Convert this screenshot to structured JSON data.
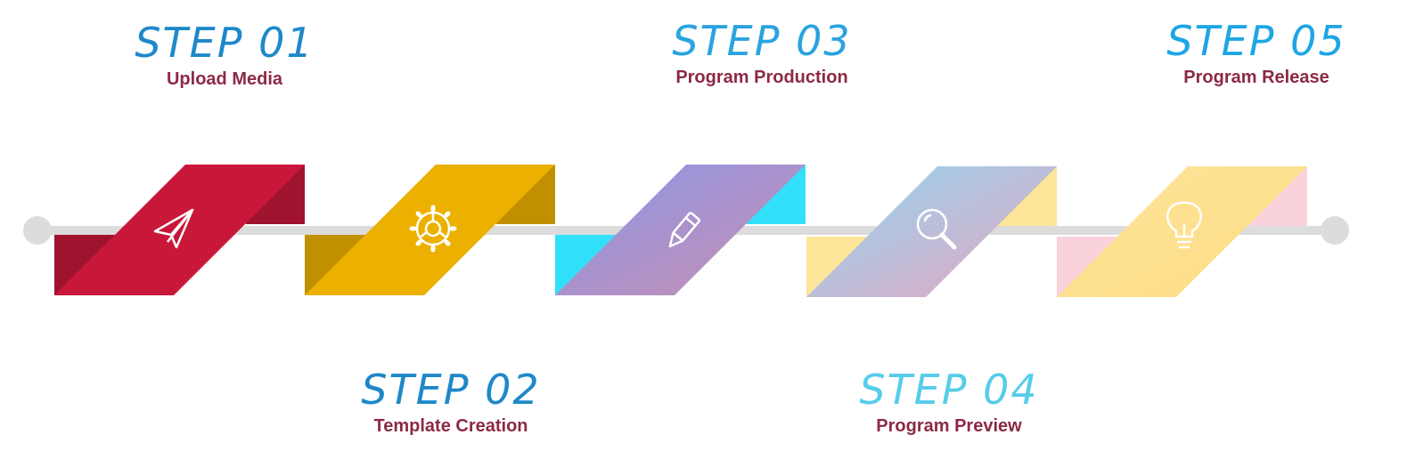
{
  "steps": [
    {
      "title": "STEP 01",
      "subtitle": "Upload Media",
      "icon": "paper-plane-icon",
      "title_color": "#1e88c9"
    },
    {
      "title": "STEP 02",
      "subtitle": "Template Creation",
      "icon": "gear-icon",
      "title_color": "#1e88c9"
    },
    {
      "title": "STEP 03",
      "subtitle": "Program Production",
      "icon": "pencil-icon",
      "title_color": "#2aa3e0"
    },
    {
      "title": "STEP 04",
      "subtitle": "Program Preview",
      "icon": "magnifier-icon",
      "title_color": "#56cde9"
    },
    {
      "title": "STEP 05",
      "subtitle": "Program Release",
      "icon": "lightbulb-icon",
      "title_color": "#1ea6e4"
    }
  ],
  "colors": {
    "line": "#dcdcdc",
    "subtitle": "#8b2a45",
    "step1": "#c9173a",
    "step1_dark": "#a0132f",
    "step2": "#ebb000",
    "step2_dark": "#c09000",
    "step3_a": "#8e96e6",
    "step3_b": "#c28fb5",
    "step3_tab": "#33e0fa",
    "step4_a": "#92d4ee",
    "step4_b": "#e6a8c3",
    "step4_tab": "#fde59a",
    "step5": "#fde08e",
    "step5_tab": "#f9d1db"
  }
}
